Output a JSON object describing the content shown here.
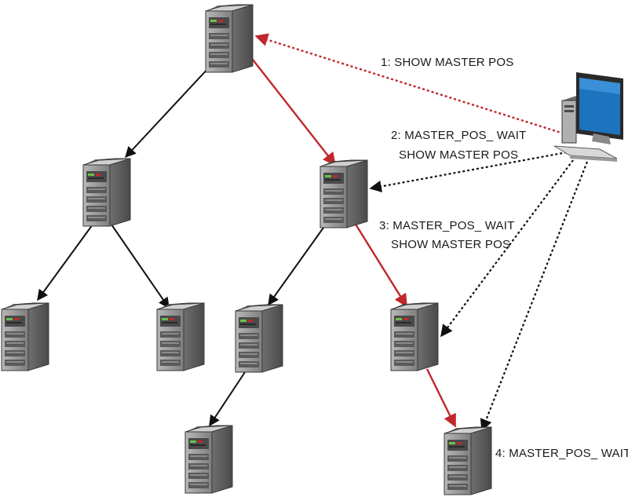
{
  "labels": {
    "step1": "1: SHOW MASTER POS",
    "step2_line1": "2: MASTER_POS_ WAIT",
    "step2_line2": "SHOW MASTER POS",
    "step3_line1": "3: MASTER_POS_ WAIT",
    "step3_line2": "SHOW MASTER POS",
    "step4": "4: MASTER_POS_ WAIT"
  },
  "colors": {
    "replication_path": "#c0272d",
    "replication_edge": "#111111",
    "client_command": "#111111",
    "server_body": "#9a9a9a",
    "monitor_screen": "#1e73be"
  },
  "icons": {
    "server": "server-tower-icon",
    "client": "desktop-computer-icon"
  }
}
